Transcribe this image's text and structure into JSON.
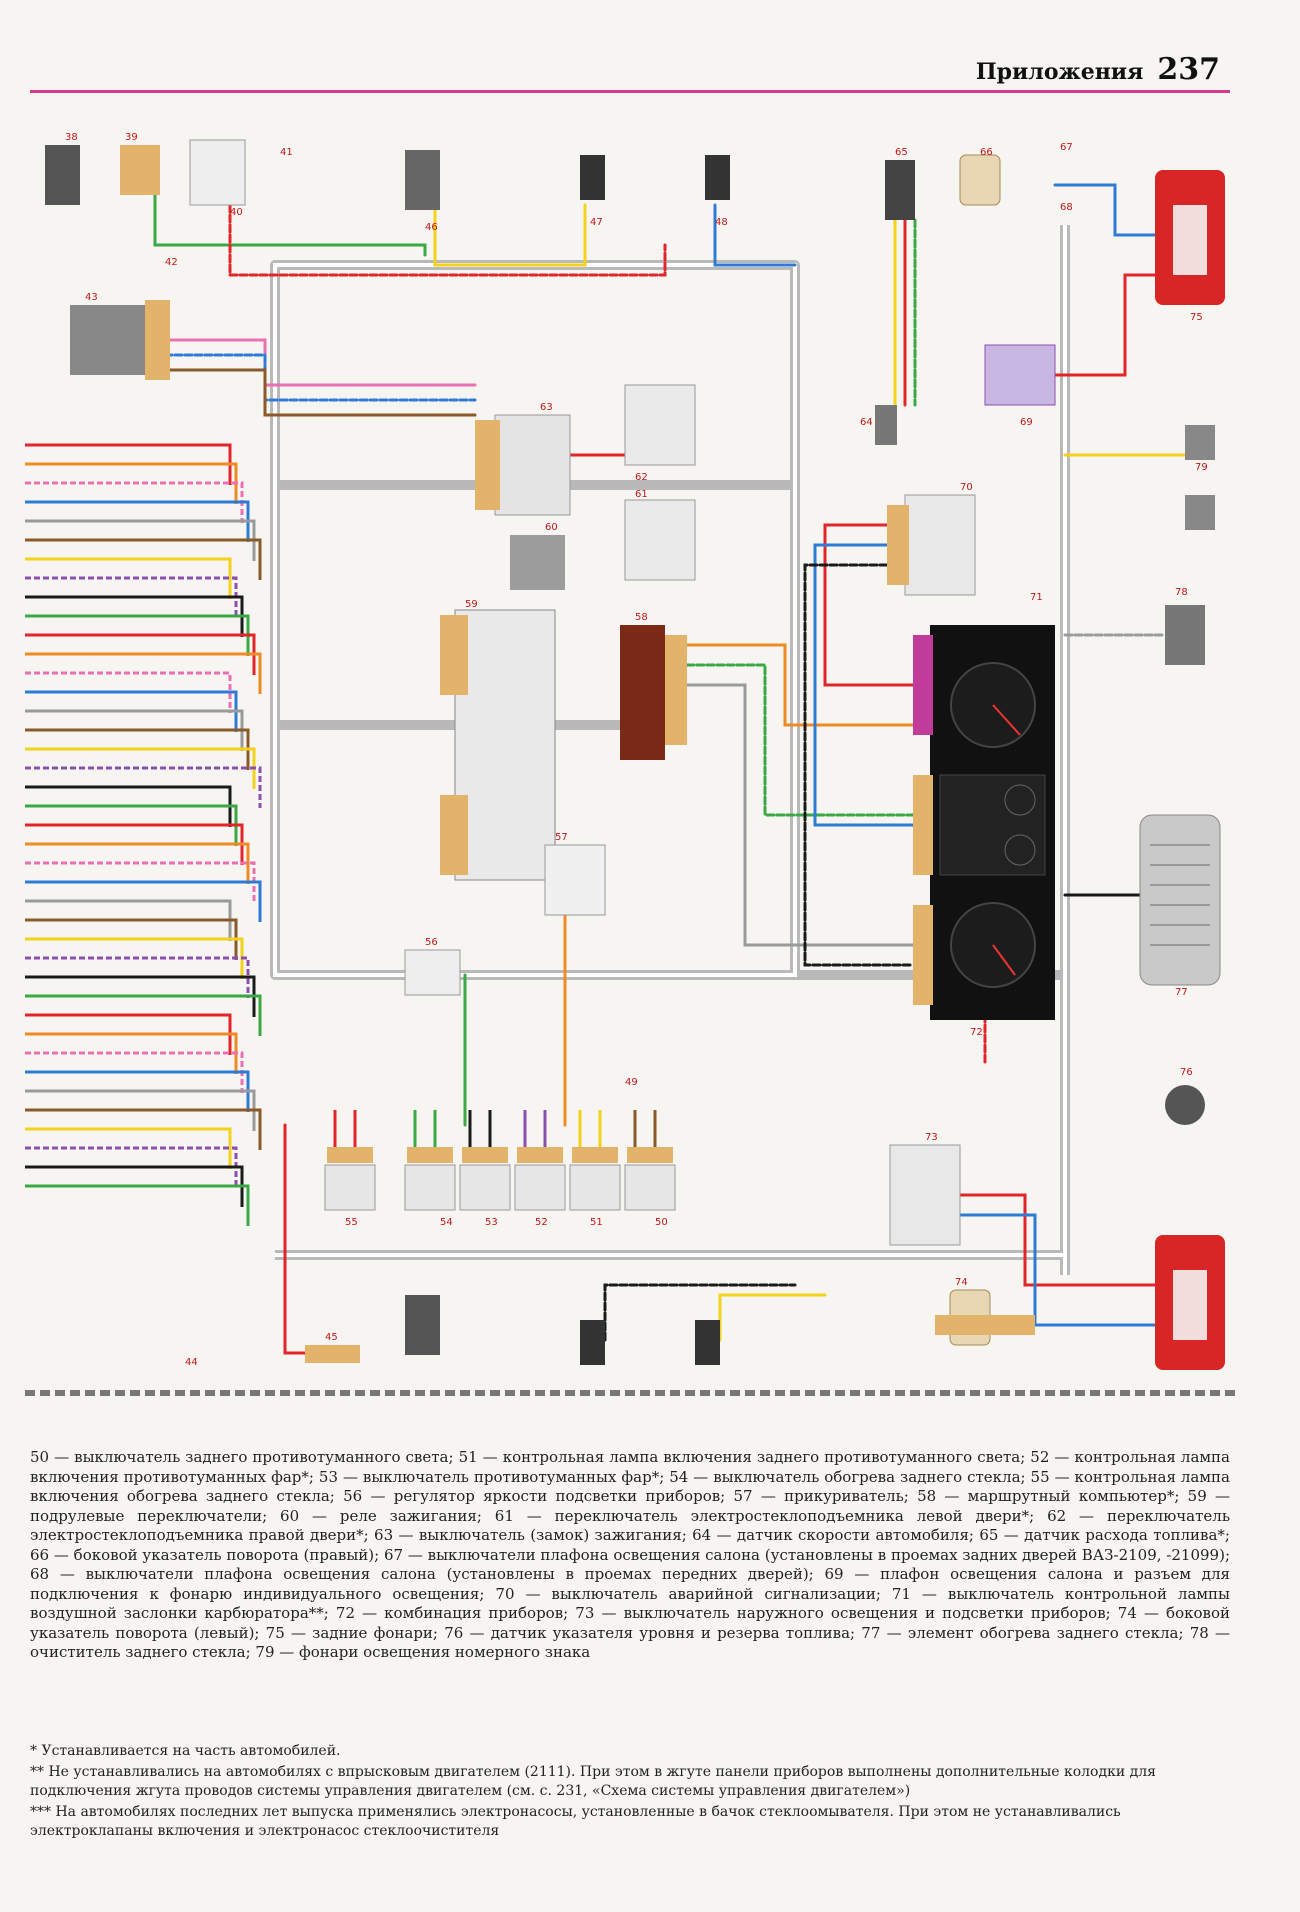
{
  "header": {
    "section": "Приложения",
    "page_number": "237"
  },
  "diagram": {
    "component_numbers": [
      "38",
      "39",
      "40",
      "41",
      "42",
      "43",
      "44",
      "45",
      "46",
      "47",
      "48",
      "49",
      "50",
      "51",
      "52",
      "53",
      "54",
      "55",
      "56",
      "57",
      "58",
      "59",
      "60",
      "61",
      "62",
      "63",
      "64",
      "65",
      "66",
      "67",
      "68",
      "69",
      "70",
      "71",
      "72",
      "73",
      "74",
      "75",
      "76",
      "77",
      "78",
      "79"
    ]
  },
  "legend": "50 — выключатель заднего противотуманного света; 51 — контрольная лампа включения заднего противотуманного света; 52 — контрольная лампа включения противотуманных фар*; 53 — выключатель противотуманных фар*; 54 — выключатель обогрева заднего стекла; 55 — контрольная лампа включения обогрева заднего стекла; 56 — регулятор яркости подсветки приборов; 57 — прикуриватель; 58 — маршрутный компьютер*; 59 — подрулевые переключатели; 60 — реле зажигания; 61 — переключатель электростеклоподъемника левой двери*; 62 — переключатель электростеклоподъемника правой двери*; 63 — выключатель (замок) зажигания; 64 — датчик скорости автомобиля; 65 — датчик расхода топлива*; 66 — боковой указатель поворота (правый); 67 — выключатели плафона освещения салона (установлены в проемах задних дверей ВАЗ-2109, -21099); 68 — выключатели плафона освещения салона (установлены в проемах передних дверей); 69 — плафон освещения салона и разъем для подключения к фонарю индивидуального освещения; 70 — выключатель аварийной сигнализации; 71 — выключатель контрольной лампы воздушной заслонки карбюратора**; 72 — комбинация приборов; 73 — выключатель наружного освещения и подсветки приборов; 74 — боковой указатель поворота (левый); 75 — задние фонари; 76 — датчик указателя уровня и резерва топлива; 77 — элемент обогрева заднего стекла; 78 — очиститель заднего стекла; 79 — фонари освещения номерного знака",
  "notes": [
    "* Устанавливается на часть автомобилей.",
    "** Не устанавливались на автомобилях с впрысковым двигателем (2111). При этом в жгуте панели приборов выполнены дополнительные колодки для подключения жгута проводов системы управления двигателем (см. с. 231, «Схема системы управления двигателем»)",
    "*** На автомобилях последних лет выпуска применялись электронасосы, установленные в бачок стеклоомывателя. При этом не устанавливались электроклапаны включения и электронасос стеклоочистителя"
  ],
  "colors": {
    "rule": "#d63a8a",
    "wire_red": "#e0262b",
    "wire_blue": "#2e7bd6",
    "wire_yellow": "#f2d21b",
    "wire_green": "#39a845",
    "wire_pink": "#ec6fb4",
    "wire_brown": "#8a5a2b",
    "wire_black": "#1a1a1a",
    "wire_orange": "#f08a24",
    "wire_gray": "#9a9a9a",
    "wire_violet": "#8c4fb0",
    "connector": "#e3b36b",
    "lamp_red": "#d82525",
    "cluster": "#111111"
  }
}
